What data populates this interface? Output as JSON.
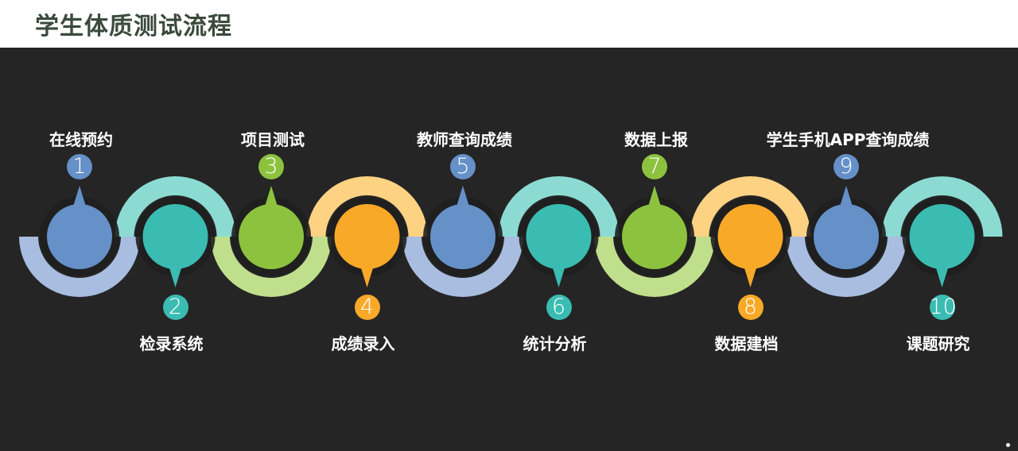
{
  "title": "学生体质测试流程",
  "colors": {
    "blue": "#6590c8",
    "teal": "#3abcb2",
    "green": "#8cc23e",
    "orange": "#f9a928"
  },
  "steps": [
    {
      "num": "1",
      "label": "在线预约",
      "color": "#6590c8",
      "band": "#a8bde0"
    },
    {
      "num": "2",
      "label": "检录系统",
      "color": "#3abcb2",
      "band": "#8cdbd3"
    },
    {
      "num": "3",
      "label": "项目测试",
      "color": "#8cc23e",
      "band": "#c0df8c"
    },
    {
      "num": "4",
      "label": "成绩录入",
      "color": "#f9a928",
      "band": "#fdd283"
    },
    {
      "num": "5",
      "label": "教师查询成绩",
      "color": "#6590c8",
      "band": "#a8bde0"
    },
    {
      "num": "6",
      "label": "统计分析",
      "color": "#3abcb2",
      "band": "#8cdbd3"
    },
    {
      "num": "7",
      "label": "数据上报",
      "color": "#8cc23e",
      "band": "#c0df8c"
    },
    {
      "num": "8",
      "label": "数据建档",
      "color": "#f9a928",
      "band": "#fdd283"
    },
    {
      "num": "9",
      "label": "学生手机APP查询成绩",
      "color": "#6590c8",
      "band": "#a8bde0"
    },
    {
      "num": "10",
      "label": "课题研究",
      "color": "#3abcb2",
      "band": "#8cdbd3"
    }
  ]
}
